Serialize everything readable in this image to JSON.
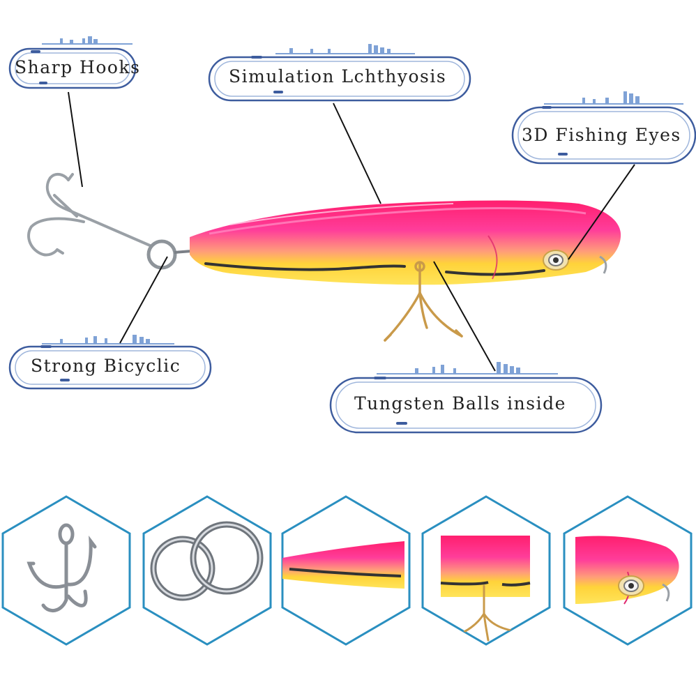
{
  "callouts": {
    "sharp_hooks": "Sharp Hooks",
    "simulation": "Simulation Lchthyosis",
    "eyes": "3D Fishing Eyes",
    "bicyclic": "Strong Bicyclic",
    "tungsten": "Tungsten Balls inside"
  },
  "colors": {
    "callout_frame": "#3d5c9e",
    "callout_frame_light": "#9fb6dc",
    "leader_line": "#111111",
    "hexagon_stroke": "#2a8fc0",
    "lure_pink": "#ff2f86",
    "lure_yellow": "#ffd52e",
    "hook_metal": "#8a8f96"
  },
  "icons": [
    "treble-hook-icon",
    "split-ring-icon",
    "lure-tail-icon",
    "lure-belly-hook-icon",
    "lure-head-eye-icon"
  ]
}
